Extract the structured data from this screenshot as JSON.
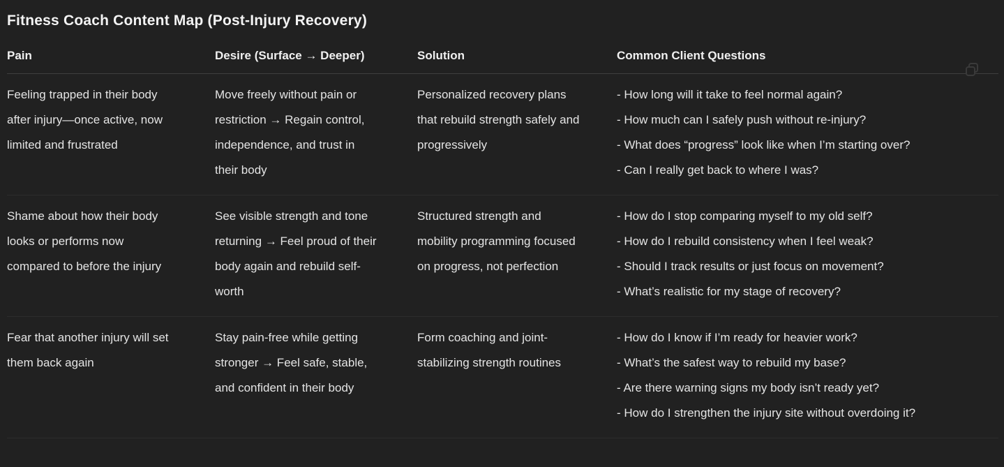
{
  "title": "Fitness Coach Content Map (Post-Injury Recovery)",
  "colors": {
    "background": "#212121",
    "body_text": "#e4e4e4",
    "heading_text": "#f3f3f3",
    "header_divider": "#3f3f3f",
    "row_divider": "#2d2d2d",
    "copy_icon": "#3a3a3a"
  },
  "icons": {
    "copy": "copy-table-icon"
  },
  "table": {
    "columns": [
      {
        "label": "Pain"
      },
      {
        "label": "Desire (Surface → Deeper)"
      },
      {
        "label": "Solution"
      },
      {
        "label": "Common Client Questions"
      }
    ],
    "rows": [
      {
        "pain": "Feeling trapped in their body after injury—once active, now limited and frustrated",
        "desire": "Move freely without pain or restriction → Regain control, independence, and trust in their body",
        "solution": "Personalized recovery plans that rebuild strength safely and progressively",
        "questions": [
          "- How long will it take to feel normal again?",
          "- How much can I safely push without re-injury?",
          "- What does “progress” look like when I’m starting over?",
          "- Can I really get back to where I was?"
        ]
      },
      {
        "pain": "Shame about how their body looks or performs now compared to before the injury",
        "desire": "See visible strength and tone returning → Feel proud of their body again and rebuild self-worth",
        "solution": "Structured strength and mobility programming focused on progress, not perfection",
        "questions": [
          "- How do I stop comparing myself to my old self?",
          "- How do I rebuild consistency when I feel weak?",
          "- Should I track results or just focus on movement?",
          "- What’s realistic for my stage of recovery?"
        ]
      },
      {
        "pain": "Fear that another injury will set them back again",
        "desire": "Stay pain-free while getting stronger → Feel safe, stable, and confident in their body",
        "solution": "Form coaching and joint-stabilizing strength routines",
        "questions": [
          "- How do I know if I’m ready for heavier work?",
          "- What’s the safest way to rebuild my base?",
          "- Are there warning signs my body isn’t ready yet?",
          "- How do I strengthen the injury site without overdoing it?"
        ]
      }
    ]
  }
}
